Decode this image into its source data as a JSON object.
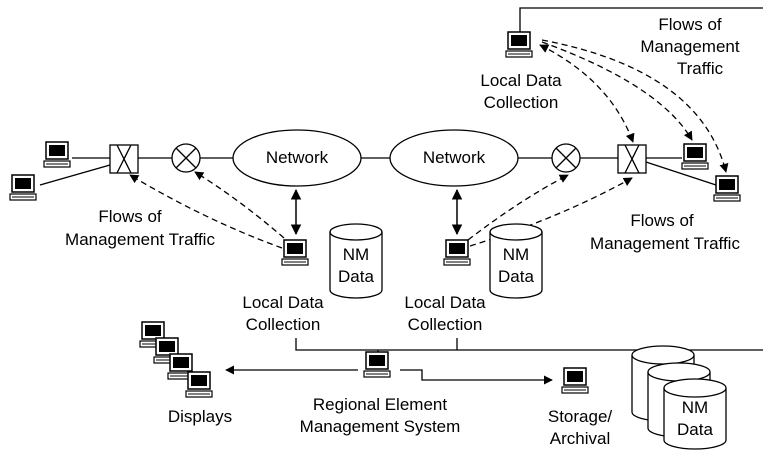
{
  "labels": {
    "network_left": "Network",
    "network_right": "Network",
    "flows_top_right_1": "Flows of",
    "flows_top_right_2": "Management",
    "flows_top_right_3": "Traffic",
    "ldc_top_1": "Local Data",
    "ldc_top_2": "Collection",
    "flows_left_1": "Flows of",
    "flows_left_2": "Management Traffic",
    "flows_right_1": "Flows of",
    "flows_right_2": "Management Traffic",
    "nm_left_1": "NM",
    "nm_left_2": "Data",
    "nm_mid_1": "NM",
    "nm_mid_2": "Data",
    "ldc_left_1": "Local Data",
    "ldc_left_2": "Collection",
    "ldc_mid_1": "Local Data",
    "ldc_mid_2": "Collection",
    "displays": "Displays",
    "regional_1": "Regional Element",
    "regional_2": "Management System",
    "storage_1": "Storage/",
    "storage_2": "Archival",
    "nm_bottom_1": "NM",
    "nm_bottom_2": "Data"
  }
}
